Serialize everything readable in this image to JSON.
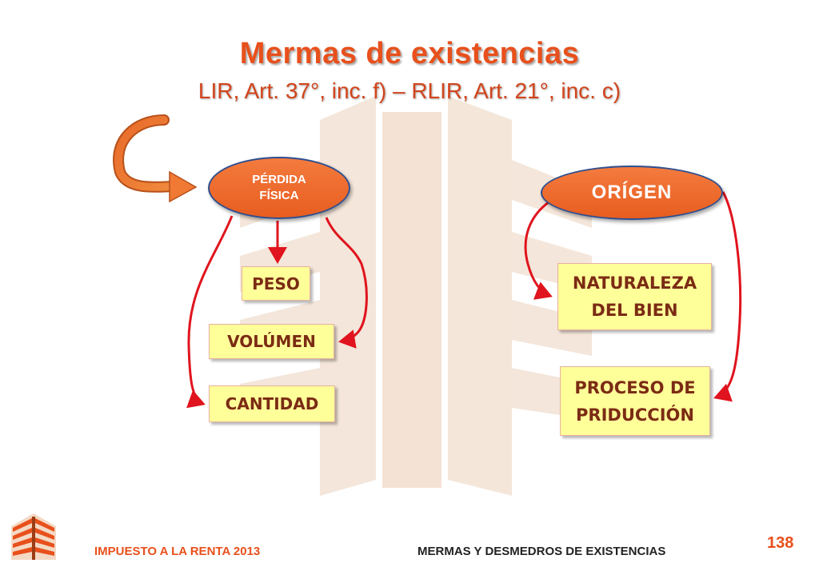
{
  "title": "Mermas de existencias",
  "subtitle": "LIR, Art. 37°, inc. f) – RLIR, Art. 21°, inc. c)",
  "left_group": {
    "oval_line1": "PÉRDIDA",
    "oval_line2": "FÍSICA",
    "items": [
      "PESO",
      "VOLÚMEN",
      "CANTIDAD"
    ]
  },
  "right_group": {
    "oval_label": "ORÍGEN",
    "items": [
      {
        "line1": "NATURALEZA",
        "line2": "DEL BIEN"
      },
      {
        "line1": "PROCESO DE",
        "line2": "PRIDUCCIÓN"
      }
    ]
  },
  "footer": {
    "left": "IMPUESTO A LA RENTA 2013",
    "right": "MERMAS Y DESMEDROS DE EXISTENCIAS",
    "page_number": "138"
  },
  "colors": {
    "accent": "#e8501c",
    "oval_fill": "#f06a2c",
    "oval_border": "#2f4f8f",
    "box_fill": "#ffff99",
    "box_text": "#7b2b14",
    "connector": "#e0141e"
  }
}
